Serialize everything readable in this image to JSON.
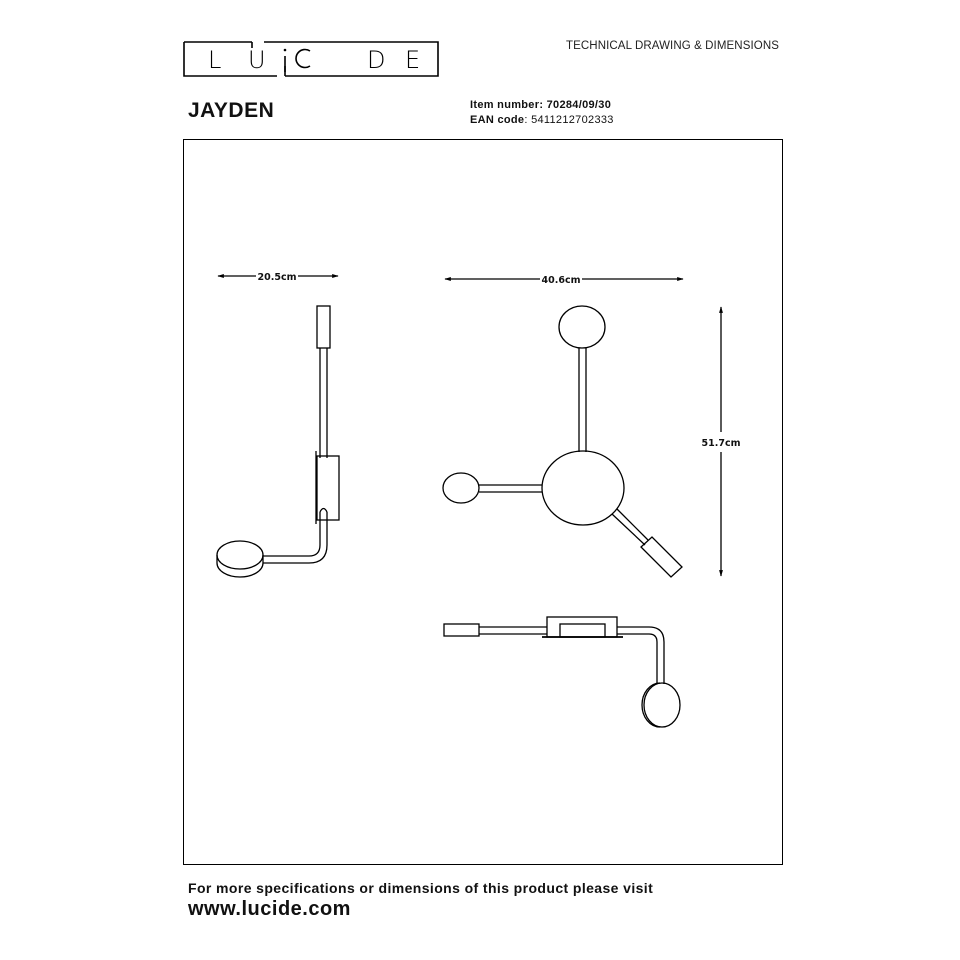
{
  "header": {
    "brand_letters": [
      "L",
      "U",
      "C",
      "I",
      "D",
      "E"
    ],
    "brand": "LUCIDE",
    "document_type": "TECHNICAL DRAWING & DIMENSIONS",
    "product_name": "JAYDEN",
    "item_number_label": "Item number",
    "item_number": "70284/09/30",
    "ean_label": "EAN code",
    "ean_code": "5411212702333"
  },
  "drawing": {
    "views": [
      {
        "name": "side-view",
        "dimension_label": "20.5cm",
        "dimension_axis": "horizontal"
      },
      {
        "name": "front-view",
        "dimension_label": "40.6cm",
        "dimension_axis": "horizontal"
      },
      {
        "name": "front-view-height",
        "dimension_label": "51.7cm",
        "dimension_axis": "vertical"
      },
      {
        "name": "top-view",
        "dimension_label": "",
        "dimension_axis": ""
      }
    ],
    "colors": {
      "line": "#000000",
      "background": "#ffffff"
    }
  },
  "footer": {
    "note": "For more specifications or dimensions of this product please visit",
    "url": "www.lucide.com"
  }
}
